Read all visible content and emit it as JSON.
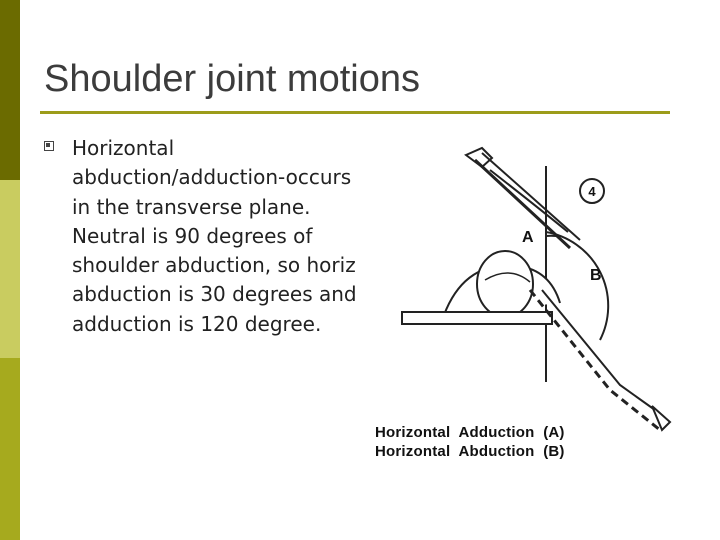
{
  "slide": {
    "title": "Shoulder joint motions",
    "bullet_text": "Horizontal abduction/adduction-occurs in the transverse plane. Neutral is 90 degrees of shoulder abduction, so horiz abduction is 30 degrees and adduction is 120 degree."
  },
  "figure": {
    "circle_label": "4",
    "label_a": "A",
    "label_b": "B",
    "caption_line_1": "Horizontal  Adduction  (A)",
    "caption_line_2": "Horizontal  Abduction  (B)"
  },
  "colors": {
    "sidebar_top": "#6b6b00",
    "sidebar_middle": "#c9cc60",
    "sidebar_bottom": "#a6aa1e",
    "title_rule": "#9c9c1a",
    "title_text": "#3c3c3c"
  }
}
